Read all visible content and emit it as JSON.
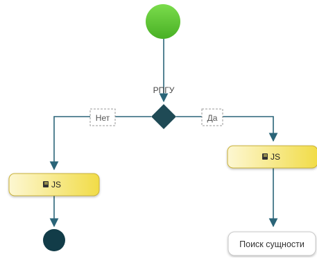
{
  "diagram": {
    "type": "activity-flow",
    "colors": {
      "line": "#2a6478",
      "start": "#5cc332",
      "decision": "#1f4a55",
      "end": "#123c48",
      "task_fill": "#f4e566",
      "task_border": "#c9b23a",
      "label_border": "#9a9a9a"
    },
    "decision": {
      "label": "РПГУ"
    },
    "branches": {
      "no": {
        "label": "Нет"
      },
      "yes": {
        "label": "Да"
      }
    },
    "tasks": {
      "left": {
        "icon": "book-icon",
        "label": "JS"
      },
      "right": {
        "icon": "book-icon",
        "label": "JS"
      }
    },
    "final_node": {
      "label": "Поиск сущности"
    }
  }
}
